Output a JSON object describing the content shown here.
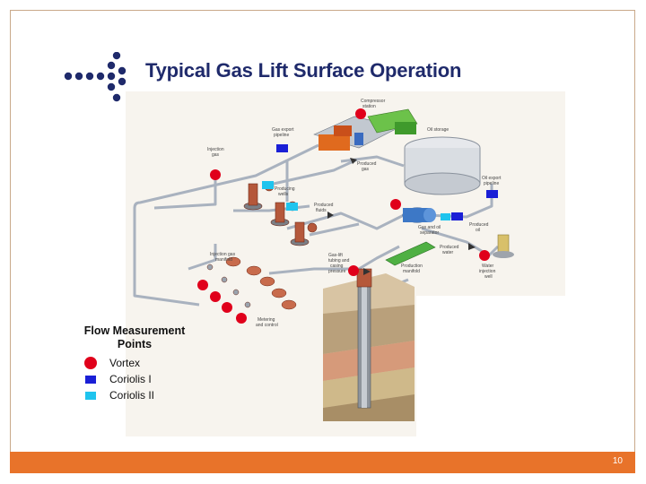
{
  "slide": {
    "title": "Typical Gas Lift Surface Operation",
    "page_number": "10"
  },
  "diagram": {
    "labels": {
      "compressor": "Compressor",
      "compressor_sub": "station",
      "oil_storage": "Oil storage",
      "gas_export": "Gas export",
      "gas_export_sub": "pipeline",
      "injection_gas": "Injection",
      "injection_gas_sub": "gas",
      "produced_gas": "Produced",
      "produced_gas_sub": "gas",
      "producing_wells": "Producing",
      "producing_wells_sub": "wells",
      "produced_fluids": "Produced",
      "produced_fluids_sub": "fluids",
      "oil_export": "Oil export",
      "oil_export_sub": "pipeline",
      "separator": "Gas and oil",
      "separator_sub": "separator",
      "produced_oil": "Produced",
      "produced_oil_sub": "oil",
      "produced_water": "Produced",
      "produced_water_sub": "water",
      "injection_gas_manifold": "Injection gas",
      "injection_gas_manifold_sub": "manifold",
      "production_manifold": "Production",
      "production_manifold_sub": "manifold",
      "water_well": "Water",
      "water_well_sub": "injection",
      "water_well_sub2": "well",
      "tubing": "Gas-lift",
      "tubing_sub": "tubing and",
      "tubing_sub2": "casing",
      "tubing_sub3": "pressure",
      "metering": "Metering",
      "metering_sub": "and control"
    }
  },
  "legend": {
    "title_line1": "Flow Measurement",
    "title_line2": "Points",
    "items": [
      {
        "label": "Vortex",
        "color": "#e0001b"
      },
      {
        "label": "Coriolis I",
        "color": "#1a1fd6"
      },
      {
        "label": "Coriolis II",
        "color": "#1fc4ee"
      }
    ]
  },
  "colors": {
    "title": "#1f2a6b",
    "footer": "#e8732a",
    "vortex": "#e0001b",
    "coriolis_1": "#1a1fd6",
    "coriolis_2": "#1fc4ee"
  }
}
